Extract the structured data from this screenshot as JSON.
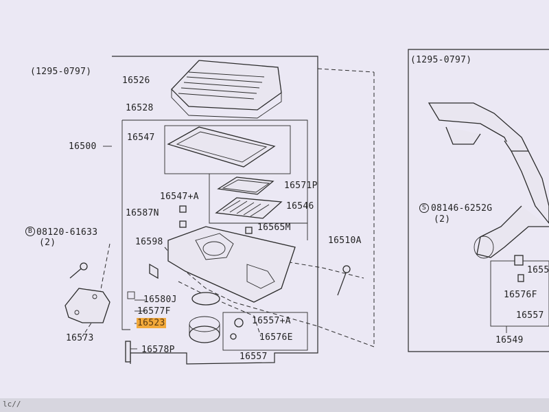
{
  "date_code_left": "(1295-0797)",
  "date_code_right": "(1295-0797)",
  "highlight_color": "#f2a93b",
  "parts": {
    "p16526": "16526",
    "p16528": "16528",
    "p16547": "16547",
    "p16500": "16500",
    "p16571P": "16571P",
    "p16546": "16546",
    "p16547A": "16547+A",
    "p16587N": "16587N",
    "p16565M": "16565M",
    "p16598": "16598",
    "p16510A": "16510A",
    "bolt_left": "08120-61633",
    "bolt_left_qty": "(2)",
    "p16580J": "16580J",
    "p16577F": "16577F",
    "p16523": "16523",
    "p16557A": "16557+A",
    "p16576E": "16576E",
    "p16573": "16573",
    "p16578P": "16578P",
    "p16557": "16557",
    "bolt_right": "08146-6252G",
    "bolt_right_qty": "(2)",
    "r16557": "1655",
    "r16576F": "16576F",
    "r16557b": "16557",
    "r16549": "16549"
  },
  "taskbar_text": "lc//"
}
